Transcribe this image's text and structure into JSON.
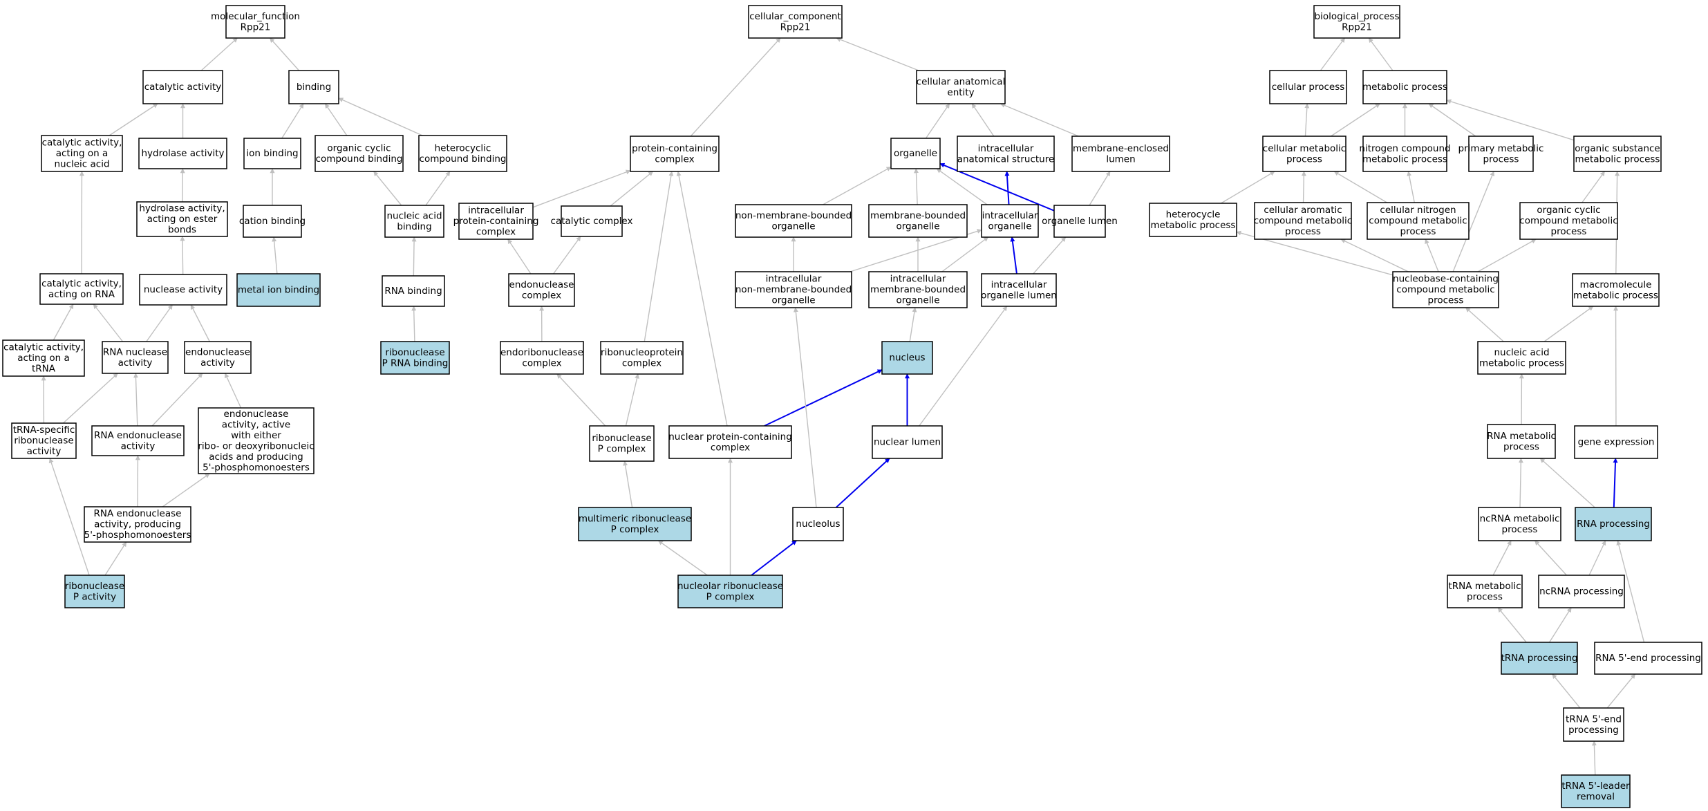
{
  "nodes": [
    {
      "id": "mf",
      "lines": [
        "molecular_function",
        "Rpp21"
      ]
    },
    {
      "id": "cat",
      "lines": [
        "catalytic activity"
      ]
    },
    {
      "id": "bind",
      "lines": [
        "binding"
      ]
    },
    {
      "id": "catna",
      "lines": [
        "catalytic activity,",
        "acting on a",
        "nucleic acid"
      ]
    },
    {
      "id": "hyd",
      "lines": [
        "hydrolase activity"
      ]
    },
    {
      "id": "ionb",
      "lines": [
        "ion binding"
      ]
    },
    {
      "id": "orgcyc",
      "lines": [
        "organic cyclic",
        "compound binding"
      ]
    },
    {
      "id": "hetcyc",
      "lines": [
        "heterocyclic",
        "compound binding"
      ]
    },
    {
      "id": "hydest",
      "lines": [
        "hydrolase activity,",
        "acting on ester",
        "bonds"
      ]
    },
    {
      "id": "catb",
      "lines": [
        "cation binding"
      ]
    },
    {
      "id": "nab",
      "lines": [
        "nucleic acid",
        "binding"
      ]
    },
    {
      "id": "catrna",
      "lines": [
        "catalytic activity,",
        "acting on RNA"
      ]
    },
    {
      "id": "nuc",
      "lines": [
        "nuclease activity"
      ]
    },
    {
      "id": "metal",
      "lines": [
        "metal ion binding"
      ],
      "highlight": true
    },
    {
      "id": "rnab",
      "lines": [
        "RNA binding"
      ]
    },
    {
      "id": "cattrna",
      "lines": [
        "catalytic activity,",
        "acting on a",
        "tRNA"
      ]
    },
    {
      "id": "rnanuc",
      "lines": [
        "RNA nuclease",
        "activity"
      ]
    },
    {
      "id": "endo",
      "lines": [
        "endonuclease",
        "activity"
      ]
    },
    {
      "id": "rnpprna",
      "lines": [
        "ribonuclease",
        "P RNA binding"
      ],
      "highlight": true
    },
    {
      "id": "trnaspec",
      "lines": [
        "tRNA-specific",
        "ribonuclease",
        "activity"
      ]
    },
    {
      "id": "rnaendo",
      "lines": [
        "RNA endonuclease",
        "activity"
      ]
    },
    {
      "id": "endoact",
      "lines": [
        "endonuclease",
        "activity, active",
        "with either",
        "ribo- or deoxyribonucleic",
        "acids and producing",
        "5'-phosphomonoesters"
      ]
    },
    {
      "id": "rnaendo5",
      "lines": [
        "RNA endonuclease",
        "activity, producing",
        "5'-phosphomonoesters"
      ]
    },
    {
      "id": "rnpact",
      "lines": [
        "ribonuclease",
        "P activity"
      ],
      "highlight": true
    },
    {
      "id": "cc",
      "lines": [
        "cellular_component",
        "Rpp21"
      ]
    },
    {
      "id": "cae",
      "lines": [
        "cellular anatomical",
        "entity"
      ]
    },
    {
      "id": "pcc",
      "lines": [
        "protein-containing",
        "complex"
      ]
    },
    {
      "id": "organelle",
      "lines": [
        "organelle"
      ]
    },
    {
      "id": "ias",
      "lines": [
        "intracellular",
        "anatomical structure"
      ]
    },
    {
      "id": "mel",
      "lines": [
        "membrane-enclosed",
        "lumen"
      ]
    },
    {
      "id": "ipcc",
      "lines": [
        "intracellular",
        "protein-containing",
        "complex"
      ]
    },
    {
      "id": "catc",
      "lines": [
        "catalytic complex"
      ]
    },
    {
      "id": "nmbo",
      "lines": [
        "non-membrane-bounded",
        "organelle"
      ]
    },
    {
      "id": "mbo",
      "lines": [
        "membrane-bounded",
        "organelle"
      ]
    },
    {
      "id": "io",
      "lines": [
        "intracellular",
        "organelle"
      ]
    },
    {
      "id": "ol",
      "lines": [
        "organelle lumen"
      ]
    },
    {
      "id": "endoc",
      "lines": [
        "endonuclease",
        "complex"
      ]
    },
    {
      "id": "inmbo",
      "lines": [
        "intracellular",
        "non-membrane-bounded",
        "organelle"
      ]
    },
    {
      "id": "imbo",
      "lines": [
        "intracellular",
        "membrane-bounded",
        "organelle"
      ]
    },
    {
      "id": "iol",
      "lines": [
        "intracellular",
        "organelle lumen"
      ]
    },
    {
      "id": "endorc",
      "lines": [
        "endoribonuclease",
        "complex"
      ]
    },
    {
      "id": "rnpc",
      "lines": [
        "ribonucleoprotein",
        "complex"
      ]
    },
    {
      "id": "nucleus",
      "lines": [
        "nucleus"
      ],
      "highlight": true
    },
    {
      "id": "rnpP",
      "lines": [
        "ribonuclease",
        "P complex"
      ]
    },
    {
      "id": "npcc",
      "lines": [
        "nuclear protein-containing",
        "complex"
      ]
    },
    {
      "id": "nlumen",
      "lines": [
        "nuclear lumen"
      ]
    },
    {
      "id": "mrnp",
      "lines": [
        "multimeric ribonuclease",
        "P complex"
      ],
      "highlight": true
    },
    {
      "id": "nucleolus",
      "lines": [
        "nucleolus"
      ]
    },
    {
      "id": "nrnp",
      "lines": [
        "nucleolar ribonuclease",
        "P complex"
      ],
      "highlight": true
    },
    {
      "id": "bp",
      "lines": [
        "biological_process",
        "Rpp21"
      ]
    },
    {
      "id": "cp",
      "lines": [
        "cellular process"
      ]
    },
    {
      "id": "mp",
      "lines": [
        "metabolic process"
      ]
    },
    {
      "id": "cmp",
      "lines": [
        "cellular metabolic",
        "process"
      ]
    },
    {
      "id": "ncmp",
      "lines": [
        "nitrogen compound",
        "metabolic process"
      ]
    },
    {
      "id": "pmp",
      "lines": [
        "primary metabolic",
        "process"
      ]
    },
    {
      "id": "osmp",
      "lines": [
        "organic substance",
        "metabolic process"
      ]
    },
    {
      "id": "hmp",
      "lines": [
        "heterocycle",
        "metabolic process"
      ]
    },
    {
      "id": "cacmp",
      "lines": [
        "cellular aromatic",
        "compound metabolic",
        "process"
      ]
    },
    {
      "id": "cncmp",
      "lines": [
        "cellular nitrogen",
        "compound metabolic",
        "process"
      ]
    },
    {
      "id": "occmp",
      "lines": [
        "organic cyclic",
        "compound metabolic",
        "process"
      ]
    },
    {
      "id": "nbcmp",
      "lines": [
        "nucleobase-containing",
        "compound metabolic",
        "process"
      ]
    },
    {
      "id": "macmp",
      "lines": [
        "macromolecule",
        "metabolic process"
      ]
    },
    {
      "id": "namp",
      "lines": [
        "nucleic acid",
        "metabolic process"
      ]
    },
    {
      "id": "rnamp",
      "lines": [
        "RNA metabolic",
        "process"
      ]
    },
    {
      "id": "gexp",
      "lines": [
        "gene expression"
      ]
    },
    {
      "id": "ncrnamp",
      "lines": [
        "ncRNA metabolic",
        "process"
      ]
    },
    {
      "id": "rnaproc",
      "lines": [
        "RNA processing"
      ],
      "highlight": true
    },
    {
      "id": "trnamp",
      "lines": [
        "tRNA metabolic",
        "process"
      ]
    },
    {
      "id": "ncrnaproc",
      "lines": [
        "ncRNA processing"
      ]
    },
    {
      "id": "trnaproc",
      "lines": [
        "tRNA processing"
      ],
      "highlight": true
    },
    {
      "id": "rna5",
      "lines": [
        "RNA 5'-end processing"
      ]
    },
    {
      "id": "trna5",
      "lines": [
        "tRNA 5'-end",
        "processing"
      ]
    },
    {
      "id": "trnalead",
      "lines": [
        "tRNA 5'-leader",
        "removal"
      ],
      "highlight": true
    }
  ],
  "edges": [
    [
      "cat",
      "mf"
    ],
    [
      "bind",
      "mf"
    ],
    [
      "catna",
      "cat"
    ],
    [
      "hyd",
      "cat"
    ],
    [
      "ionb",
      "bind"
    ],
    [
      "orgcyc",
      "bind"
    ],
    [
      "hetcyc",
      "bind"
    ],
    [
      "hydest",
      "hyd"
    ],
    [
      "catb",
      "ionb"
    ],
    [
      "metal",
      "catb"
    ],
    [
      "nab",
      "orgcyc"
    ],
    [
      "nab",
      "hetcyc"
    ],
    [
      "rnab",
      "nab"
    ],
    [
      "rnpprna",
      "rnab"
    ],
    [
      "catrna",
      "catna"
    ],
    [
      "nuc",
      "hydest"
    ],
    [
      "cattrna",
      "catrna"
    ],
    [
      "rnanuc",
      "catrna"
    ],
    [
      "rnanuc",
      "nuc"
    ],
    [
      "endo",
      "nuc"
    ],
    [
      "trnaspec",
      "cattrna"
    ],
    [
      "trnaspec",
      "rnanuc"
    ],
    [
      "rnaendo",
      "rnanuc"
    ],
    [
      "rnaendo",
      "endo"
    ],
    [
      "endoact",
      "endo"
    ],
    [
      "rnaendo5",
      "rnaendo"
    ],
    [
      "rnaendo5",
      "endoact"
    ],
    [
      "rnpact",
      "trnaspec"
    ],
    [
      "rnpact",
      "rnaendo5"
    ],
    [
      "pcc",
      "cc"
    ],
    [
      "cae",
      "cc"
    ],
    [
      "organelle",
      "cae"
    ],
    [
      "ias",
      "cae"
    ],
    [
      "mel",
      "cae"
    ],
    [
      "ipcc",
      "pcc"
    ],
    [
      "catc",
      "pcc"
    ],
    [
      "rnpc",
      "pcc"
    ],
    [
      "npcc",
      "pcc"
    ],
    [
      "endoc",
      "ipcc"
    ],
    [
      "endoc",
      "catc"
    ],
    [
      "endorc",
      "endoc"
    ],
    [
      "nmbo",
      "organelle"
    ],
    [
      "mbo",
      "organelle"
    ],
    [
      "io",
      "organelle"
    ],
    [
      "ol",
      "organelle",
      "blue"
    ],
    [
      "io",
      "ias",
      "blue"
    ],
    [
      "ol",
      "mel"
    ],
    [
      "inmbo",
      "nmbo"
    ],
    [
      "inmbo",
      "io"
    ],
    [
      "imbo",
      "mbo"
    ],
    [
      "imbo",
      "io"
    ],
    [
      "iol",
      "io",
      "blue"
    ],
    [
      "iol",
      "ol"
    ],
    [
      "nucleus",
      "imbo"
    ],
    [
      "rnpP",
      "endorc"
    ],
    [
      "rnpP",
      "rnpc"
    ],
    [
      "npcc",
      "nucleus",
      "blue"
    ],
    [
      "nlumen",
      "nucleus",
      "blue"
    ],
    [
      "nlumen",
      "iol"
    ],
    [
      "mrnp",
      "rnpP"
    ],
    [
      "nucleolus",
      "nlumen",
      "blue"
    ],
    [
      "nucleolus",
      "inmbo"
    ],
    [
      "nrnp",
      "mrnp"
    ],
    [
      "nrnp",
      "npcc"
    ],
    [
      "nrnp",
      "nucleolus",
      "blue"
    ],
    [
      "cp",
      "bp"
    ],
    [
      "mp",
      "bp"
    ],
    [
      "cmp",
      "cp"
    ],
    [
      "cmp",
      "mp"
    ],
    [
      "ncmp",
      "mp"
    ],
    [
      "pmp",
      "mp"
    ],
    [
      "osmp",
      "mp"
    ],
    [
      "hmp",
      "cmp"
    ],
    [
      "cacmp",
      "cmp"
    ],
    [
      "cncmp",
      "cmp"
    ],
    [
      "cncmp",
      "ncmp"
    ],
    [
      "occmp",
      "osmp"
    ],
    [
      "nbcmp",
      "hmp"
    ],
    [
      "nbcmp",
      "cacmp"
    ],
    [
      "nbcmp",
      "cncmp"
    ],
    [
      "nbcmp",
      "pmp"
    ],
    [
      "nbcmp",
      "occmp"
    ],
    [
      "macmp",
      "osmp"
    ],
    [
      "namp",
      "nbcmp"
    ],
    [
      "namp",
      "macmp"
    ],
    [
      "rnamp",
      "namp"
    ],
    [
      "gexp",
      "macmp"
    ],
    [
      "ncrnamp",
      "rnamp"
    ],
    [
      "rnaproc",
      "rnamp"
    ],
    [
      "rnaproc",
      "gexp",
      "blue"
    ],
    [
      "trnamp",
      "ncrnamp"
    ],
    [
      "ncrnaproc",
      "ncrnamp"
    ],
    [
      "ncrnaproc",
      "rnaproc"
    ],
    [
      "trnaproc",
      "trnamp"
    ],
    [
      "trnaproc",
      "ncrnaproc"
    ],
    [
      "rna5",
      "rnaproc"
    ],
    [
      "trna5",
      "trnaproc"
    ],
    [
      "trna5",
      "rna5"
    ],
    [
      "trnalead",
      "trna5"
    ]
  ],
  "colors": {
    "node_fill": "#ffffff",
    "highlight_fill": "#add8e6",
    "node_stroke": "#000000",
    "edge_gray": "#c0c0c0",
    "edge_blue": "#0000ee"
  }
}
